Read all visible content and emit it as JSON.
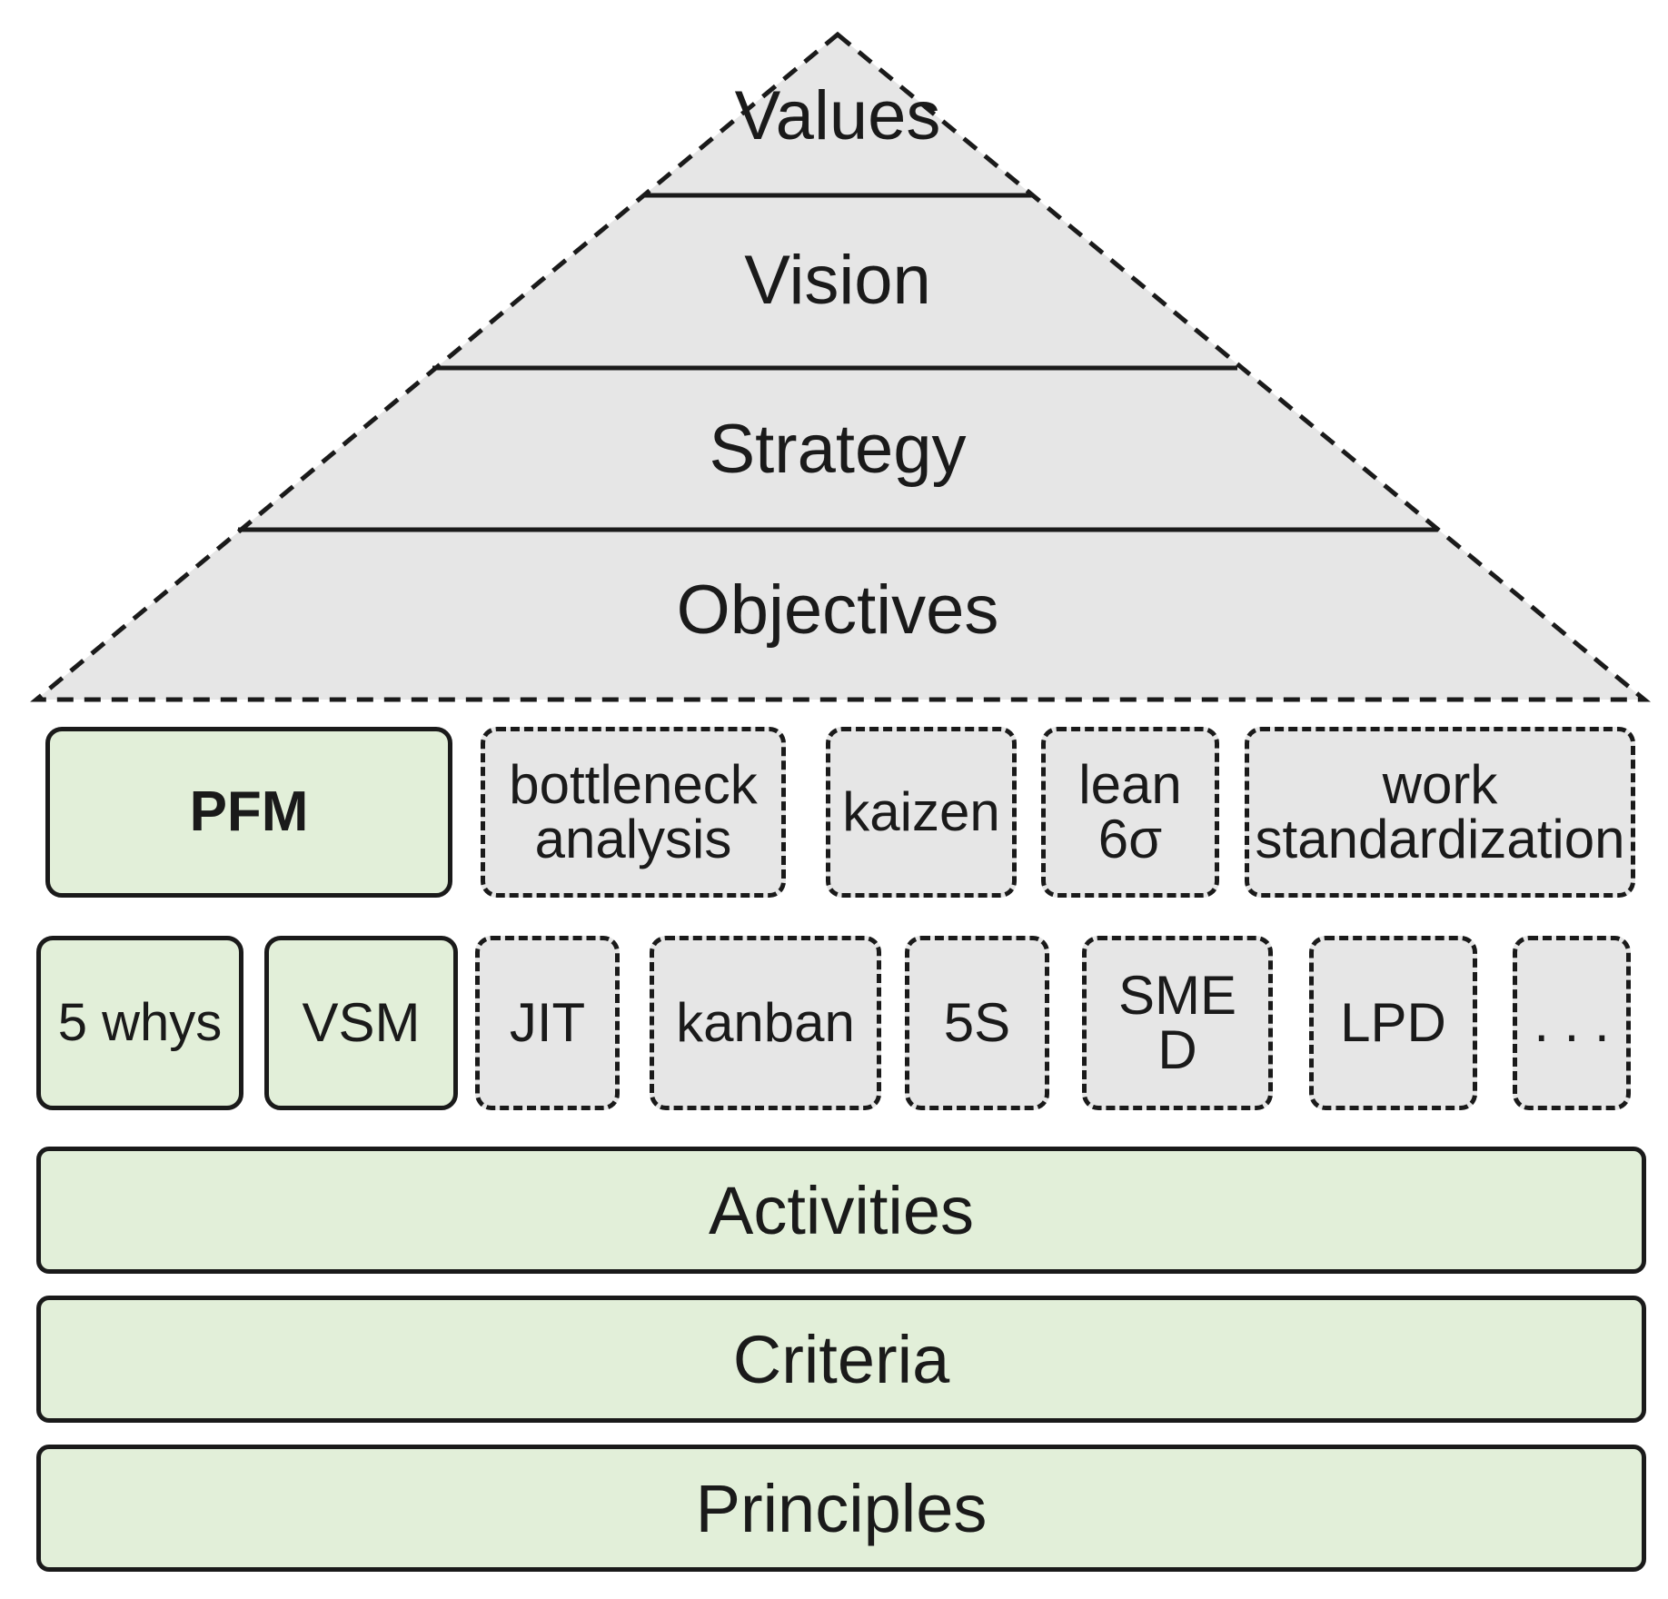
{
  "pyramid": {
    "levels": [
      "Values",
      "Vision",
      "Strategy",
      "Objectives"
    ]
  },
  "methods_row": {
    "pfm": "PFM",
    "bottleneck": "bottleneck\nanalysis",
    "kaizen": "kaizen",
    "lean": "lean\n6σ",
    "work_std": "work\nstandardization"
  },
  "tools_row": {
    "whys": "5 whys",
    "vsm": "VSM",
    "jit": "JIT",
    "kanban": "kanban",
    "five_s": "5S",
    "smed": "SME\nD",
    "lpd": "LPD",
    "more": ". . ."
  },
  "foundation": {
    "activities": "Activities",
    "criteria": "Criteria",
    "principles": "Principles"
  },
  "colors": {
    "green_fill": "#e2efd9",
    "gray_fill": "#e6e6e6",
    "stroke": "#1a1a1a"
  }
}
